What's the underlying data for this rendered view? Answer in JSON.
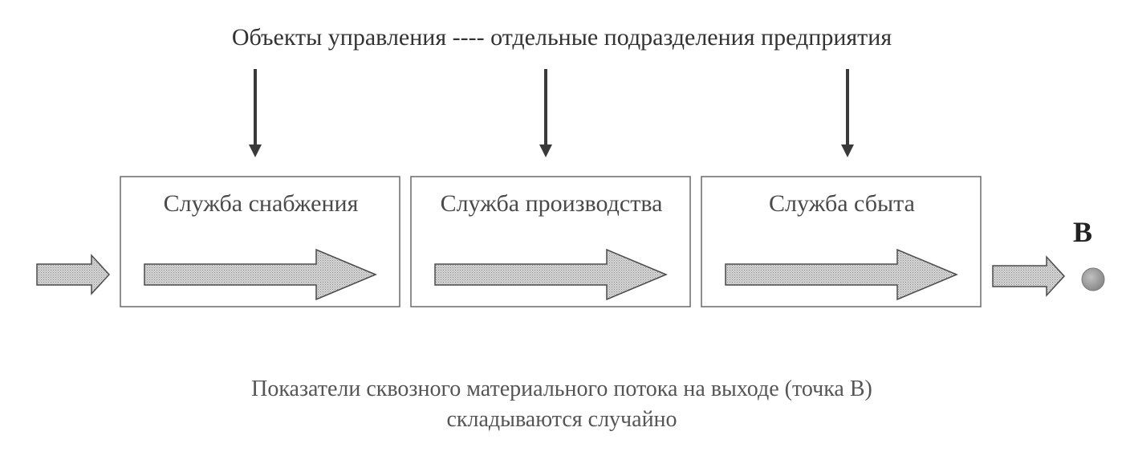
{
  "header": {
    "text": "Объекты управления ---- отдельные подразделения предприятия"
  },
  "departments": [
    {
      "label": "Служба снабжения"
    },
    {
      "label": "Служба производства"
    },
    {
      "label": "Служба сбыта"
    }
  ],
  "output_point": {
    "label": "В"
  },
  "footer": {
    "line1": "Показатели сквозного материального потока на выходе (точка В)",
    "line2": "складываются случайно"
  },
  "colors": {
    "arrow_fill": "#c8c8c8",
    "arrow_stroke": "#4a4a4a",
    "box_stroke": "#6a6a6a",
    "control_arrow": "#3a3a3a",
    "point_fill": "#9a9a9a"
  }
}
